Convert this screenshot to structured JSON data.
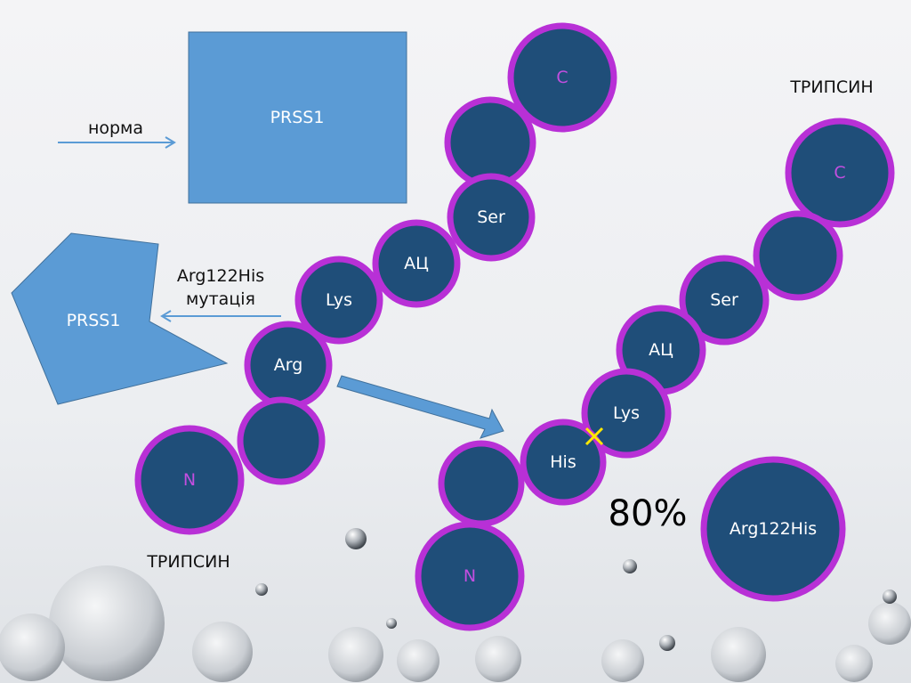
{
  "normal_label": "норма",
  "prss1_normal": "PRSS1",
  "prss1_mutant": "PRSS1",
  "mutation_label_line1": "Arg122His",
  "mutation_label_line2": "мутація",
  "trypsin_top": "ТРИПСИН",
  "trypsin_bottom": "ТРИПСИН",
  "normal_chain": {
    "c": "C",
    "blank1": "",
    "ser": "Ser",
    "ac": "АЦ",
    "lys": "Lys",
    "arg": "Arg",
    "blank2": "",
    "n": "N"
  },
  "mutant_chain": {
    "c": "C",
    "blank1": "",
    "ser": "Ser",
    "ac": "АЦ",
    "lys": "Lys",
    "his": "His",
    "blank2": "",
    "n": "N"
  },
  "percent": "80%",
  "mutant_circle": "Arg122His",
  "colors": {
    "residue": "#1f4e79",
    "border": "#b830d6",
    "shape": "#5b9bd5",
    "cleavage": "#ffe800"
  }
}
